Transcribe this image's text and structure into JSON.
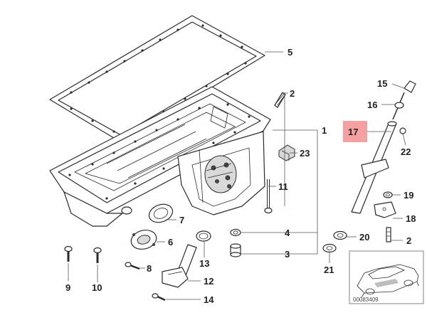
{
  "labels": {
    "p1": "1",
    "p2a": "2",
    "p2b": "2",
    "p3": "3",
    "p4": "4",
    "p5": "5",
    "p6": "6",
    "p7": "7",
    "p8": "8",
    "p9": "9",
    "p10": "10",
    "p11": "11",
    "p12": "12",
    "p13": "13",
    "p14": "14",
    "p15": "15",
    "p16": "16",
    "p17": "17",
    "p18": "18",
    "p19": "19",
    "p20": "20",
    "p21": "21",
    "p22": "22",
    "p23": "23"
  },
  "highlight_color": "#f4a0a0",
  "catalog_number": "00083409"
}
